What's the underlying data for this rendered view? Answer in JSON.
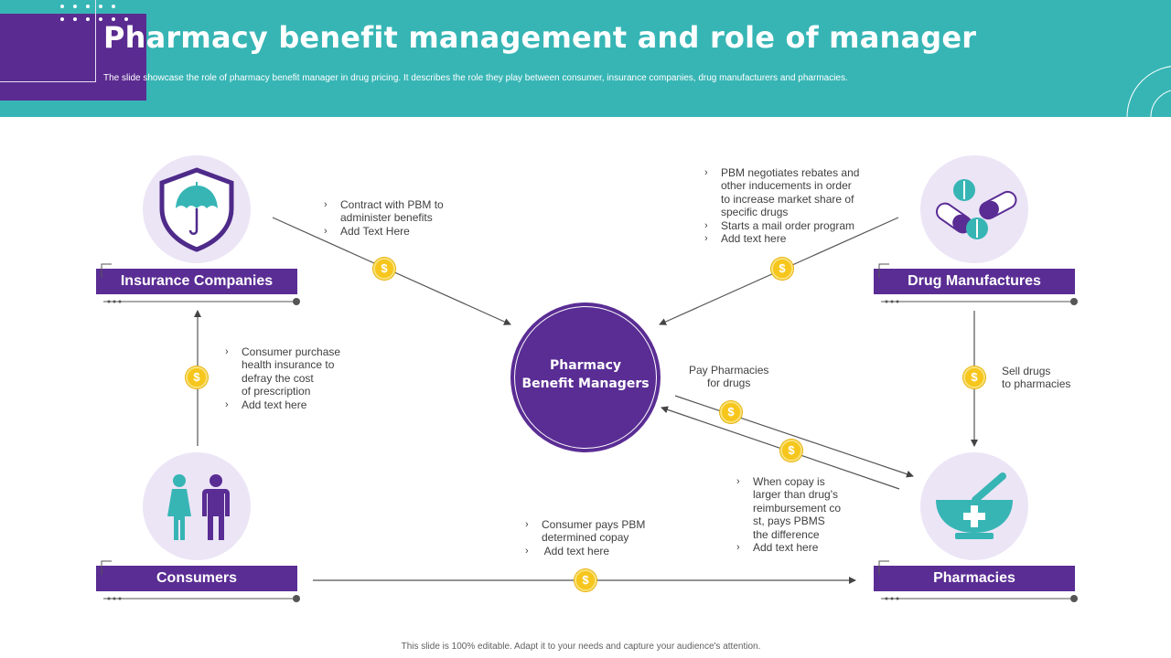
{
  "header": {
    "title": "Pharmacy benefit management and role of manager",
    "subtitle": "The slide showcase the role of pharmacy benefit manager  in drug pricing. It describes the role they play between consumer, insurance companies, drug manufacturers and pharmacies."
  },
  "nodes": {
    "insurance": {
      "label": "Insurance Companies",
      "icon": "shield-umbrella-icon"
    },
    "drug_manufactures": {
      "label": "Drug Manufactures",
      "icon": "pills-icon"
    },
    "consumers": {
      "label": "Consumers",
      "icon": "people-icon"
    },
    "pharmacies": {
      "label": "Pharmacies",
      "icon": "mortar-pestle-icon"
    },
    "center": {
      "line1": "Pharmacy",
      "line2": "Benefit Managers"
    }
  },
  "notes": {
    "insurance_pbm": [
      "Contract with PBM to",
      "administer benefits",
      "Add Text Here"
    ],
    "drug_pbm": [
      "PBM negotiates rebates and",
      "other inducements in order",
      "to increase market share of",
      "specific drugs",
      "Starts a mail order program",
      "Add text here"
    ],
    "consumer_insurance": [
      "Consumer purchase",
      "health insurance to",
      "defray the cost",
      "of prescription",
      "Add text here"
    ],
    "pbm_pharmacies": [
      "Pay Pharmacies",
      "for drugs"
    ],
    "drug_pharmacies": [
      "Sell drugs",
      "to pharmacies"
    ],
    "pharmacies_pbm": [
      "When copay is",
      "larger than drug's",
      "reimbursement co",
      "st, pays PBMS",
      "the difference",
      "Add text here"
    ],
    "consumer_pharmacies": [
      "Consumer pays PBM",
      "determined copay",
      " Add text here"
    ]
  },
  "coin_symbol": "$",
  "footer": "This slide is 100% editable.  Adapt it to your needs and capture your audience's attention.",
  "colors": {
    "teal": "#37b5b5",
    "purple": "#5a2d94",
    "light_purple": "#ece5f6",
    "coin": "#f7c61c"
  }
}
